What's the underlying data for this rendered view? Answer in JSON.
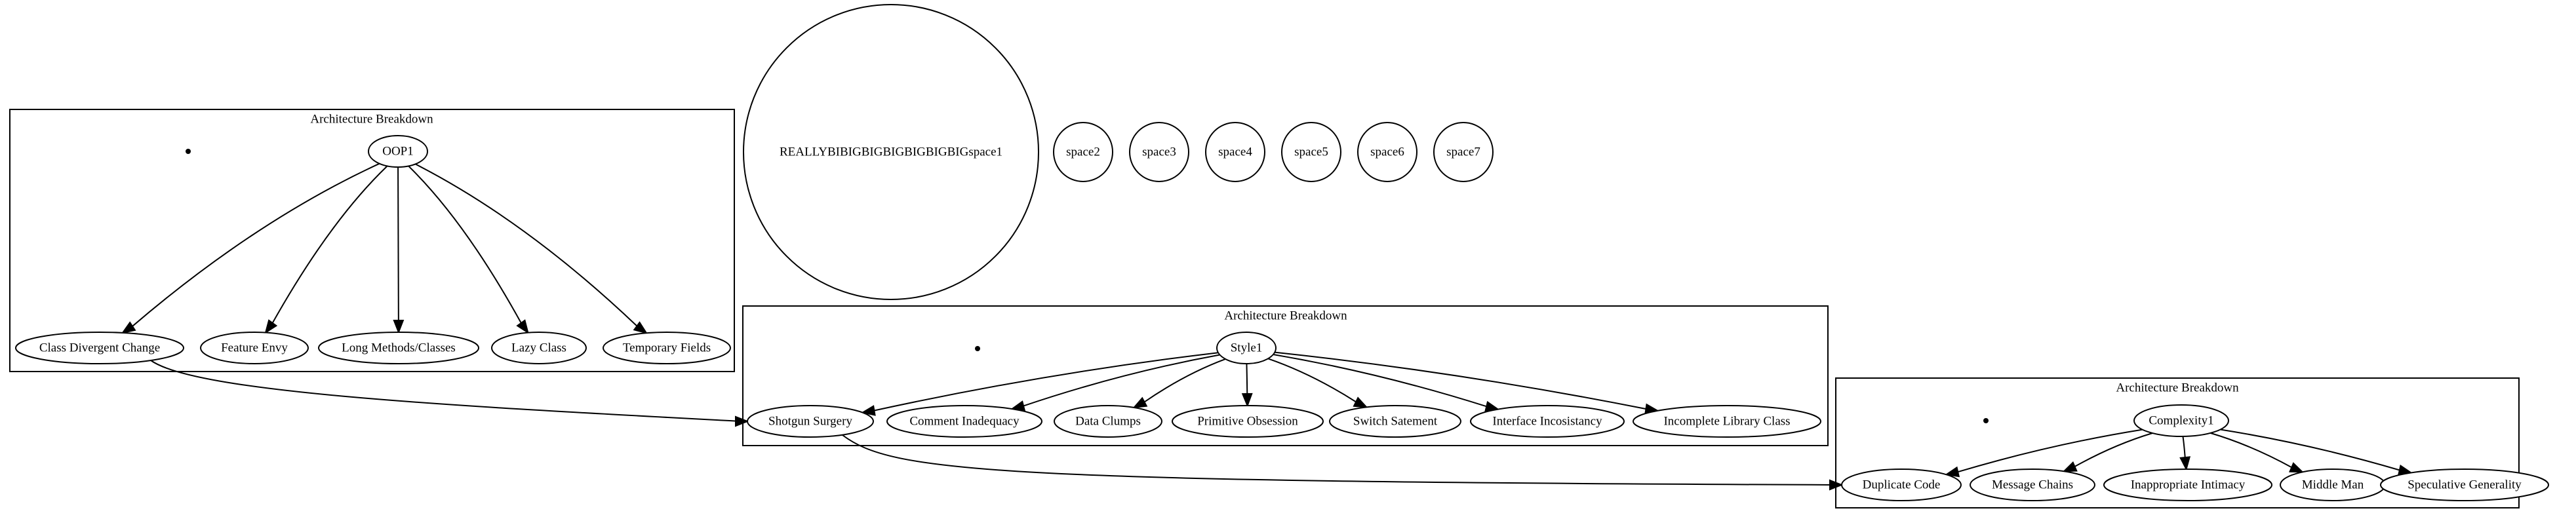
{
  "clusters": [
    {
      "id": "oop",
      "label": "Architecture Breakdown"
    },
    {
      "id": "style",
      "label": "Architecture Breakdown"
    },
    {
      "id": "complexity",
      "label": "Architecture Breakdown"
    }
  ],
  "nodes": {
    "oop1": "OOP1",
    "class_divergent_change": "Class Divergent Change",
    "feature_envy": "Feature Envy",
    "long_methods": "Long Methods/Classes",
    "lazy_class": "Lazy Class",
    "temporary_fields": "Temporary Fields",
    "big_space": "REALLYBIBIGBIGBIGBIGBIGBIGspace1",
    "space2": "space2",
    "space3": "space3",
    "space4": "space4",
    "space5": "space5",
    "space6": "space6",
    "space7": "space7",
    "style1": "Style1",
    "shotgun_surgery": "Shotgun Surgery",
    "comment_inadequacy": "Comment Inadequacy",
    "data_clumps": "Data Clumps",
    "primitive_obsession": "Primitive Obsession",
    "switch_satement": "Switch Satement",
    "interface_incosistancy": "Interface Incosistancy",
    "incomplete_library_class": "Incomplete Library Class",
    "complexity1": "Complexity1",
    "duplicate_code": "Duplicate Code",
    "message_chains": "Message Chains",
    "inappropriate_intimacy": "Inappropriate Intimacy",
    "middle_man": "Middle Man",
    "speculative_generality": "Speculative Generality"
  },
  "edges": [
    [
      "oop1",
      "class_divergent_change"
    ],
    [
      "oop1",
      "feature_envy"
    ],
    [
      "oop1",
      "long_methods"
    ],
    [
      "oop1",
      "lazy_class"
    ],
    [
      "oop1",
      "temporary_fields"
    ],
    [
      "style1",
      "shotgun_surgery"
    ],
    [
      "style1",
      "comment_inadequacy"
    ],
    [
      "style1",
      "data_clumps"
    ],
    [
      "style1",
      "primitive_obsession"
    ],
    [
      "style1",
      "switch_satement"
    ],
    [
      "style1",
      "interface_incosistancy"
    ],
    [
      "style1",
      "incomplete_library_class"
    ],
    [
      "complexity1",
      "duplicate_code"
    ],
    [
      "complexity1",
      "message_chains"
    ],
    [
      "complexity1",
      "inappropriate_intimacy"
    ],
    [
      "complexity1",
      "middle_man"
    ],
    [
      "complexity1",
      "speculative_generality"
    ],
    [
      "class_divergent_change",
      "shotgun_surgery"
    ],
    [
      "shotgun_surgery",
      "duplicate_code"
    ]
  ]
}
